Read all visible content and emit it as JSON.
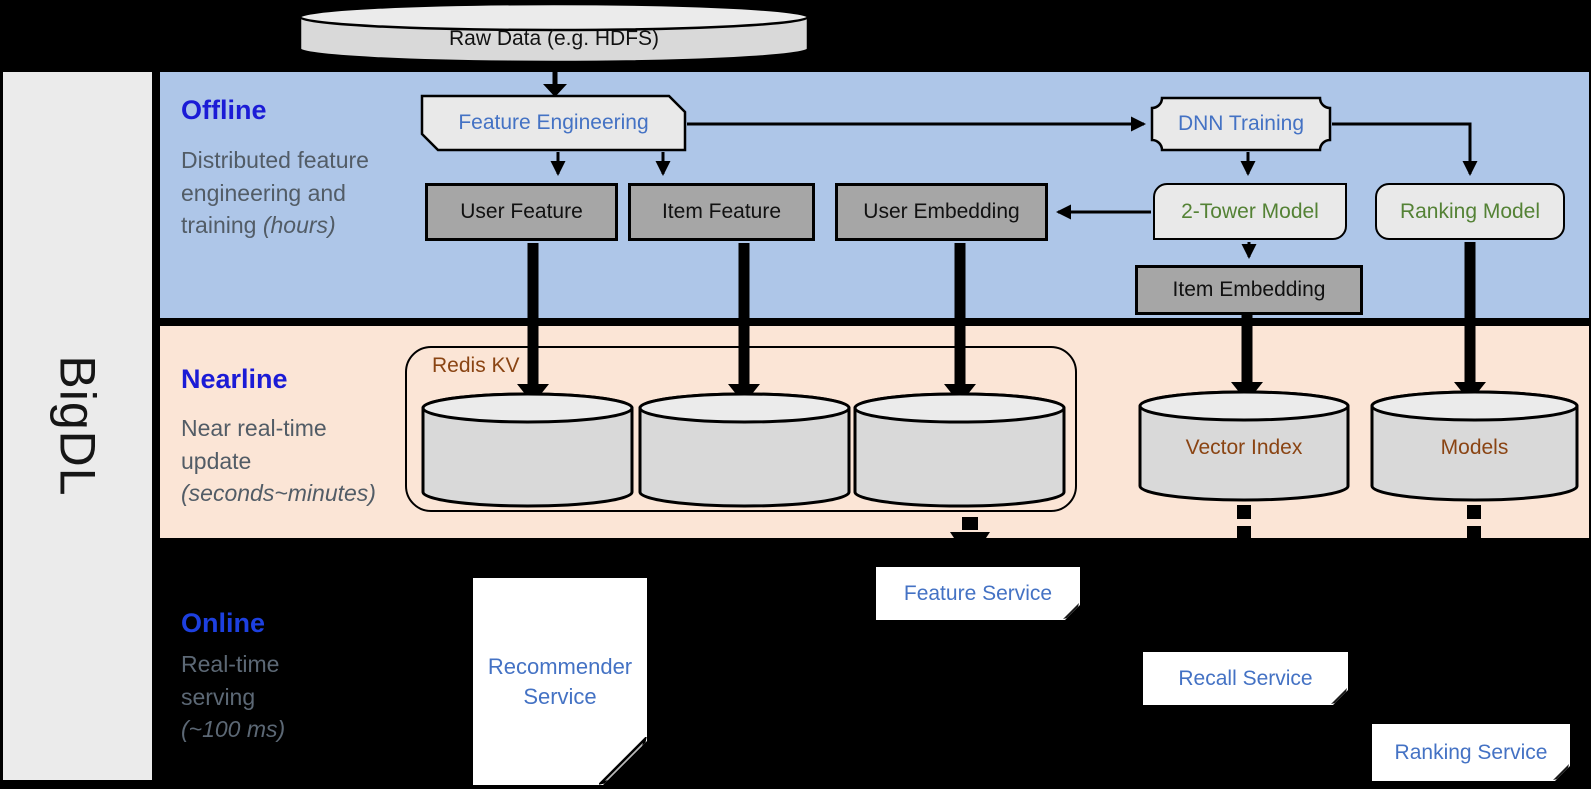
{
  "colors": {
    "offline_band": "#aec6e8",
    "nearline_band": "#fbe5d6",
    "section_title_blue": "#1b1bd6",
    "node_text_blue": "#4472c4",
    "node_text_green": "#548235",
    "node_text_brown": "#8a4413",
    "process_box_gray": "#a6a6a6",
    "shape_fill_gray": "#e9e9e9",
    "cylinder_gray": "#d9d9d9",
    "background": "#000000"
  },
  "sidebar": {
    "brand": "BigDL"
  },
  "raw_data": {
    "label": "Raw Data (e.g. HDFS)"
  },
  "sections": {
    "offline": {
      "title": "Offline",
      "desc": "Distributed feature engineering and training",
      "desc_note": "(hours)"
    },
    "nearline": {
      "title": "Nearline",
      "desc": "Near real-time update",
      "desc_note": "(seconds~minutes)"
    },
    "online": {
      "title": "Online",
      "desc": "Real-time serving",
      "desc_note": "(~100 ms)"
    }
  },
  "nodes": {
    "feature_engineering": "Feature Engineering",
    "dnn_training": "DNN Training",
    "user_feature": "User Feature",
    "item_feature": "Item Feature",
    "user_embedding": "User Embedding",
    "two_tower_model": "2-Tower Model",
    "ranking_model": "Ranking Model",
    "item_embedding": "Item Embedding",
    "redis_kv": "Redis KV",
    "vector_index": "Vector Index",
    "models": "Models",
    "recommender_service": "Recommender Service",
    "feature_service": "Feature Service",
    "recall_service": "Recall Service",
    "ranking_service": "Ranking Service"
  }
}
